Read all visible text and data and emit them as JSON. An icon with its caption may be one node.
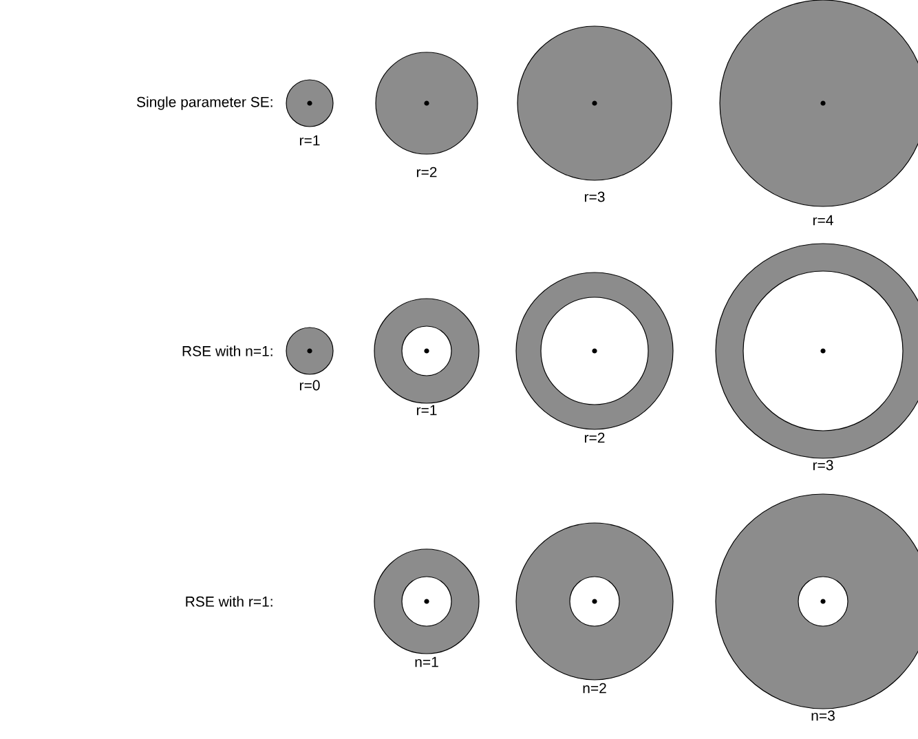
{
  "diagram": {
    "nodes": [
      {
        "text": [],
        "shape": "circle",
        "beside": [
          "r=1"
        ]
      },
      {
        "text": [],
        "shape": "circle",
        "beside": [
          "r=2"
        ]
      },
      {
        "text": [],
        "shape": "circle",
        "beside": [
          "r=3"
        ]
      },
      {
        "text": [],
        "shape": "circle",
        "beside": [
          "r=4"
        ]
      },
      {
        "text": [],
        "shape": "circle",
        "beside": [
          "r=0"
        ]
      },
      {
        "text": [],
        "shape": "circle",
        "beside": [
          "r=1"
        ]
      },
      {
        "text": [],
        "shape": "circle",
        "in": 5
      },
      {
        "text": [],
        "shape": "circle",
        "beside": [
          "r=2"
        ]
      },
      {
        "text": [],
        "shape": "circle",
        "in": 7
      },
      {
        "text": [],
        "shape": "circle",
        "beside": [
          "r=3"
        ]
      },
      {
        "text": [],
        "shape": "circle",
        "in": 9
      },
      {
        "text": [],
        "shape": "circle",
        "beside": [
          "n=1"
        ]
      },
      {
        "text": [],
        "shape": "circle",
        "in": 11
      },
      {
        "text": [],
        "shape": "circle",
        "beside": [
          "n=2"
        ]
      },
      {
        "text": [],
        "shape": "circle",
        "in": 13
      },
      {
        "text": [],
        "shape": "circle",
        "beside": [
          "n=3"
        ]
      },
      {
        "text": [],
        "shape": "circle",
        "in": 15
      }
    ],
    "labels": [
      "Single parameter SE:",
      "RSE with n=1:",
      "RSE with r=1:"
    ]
  }
}
